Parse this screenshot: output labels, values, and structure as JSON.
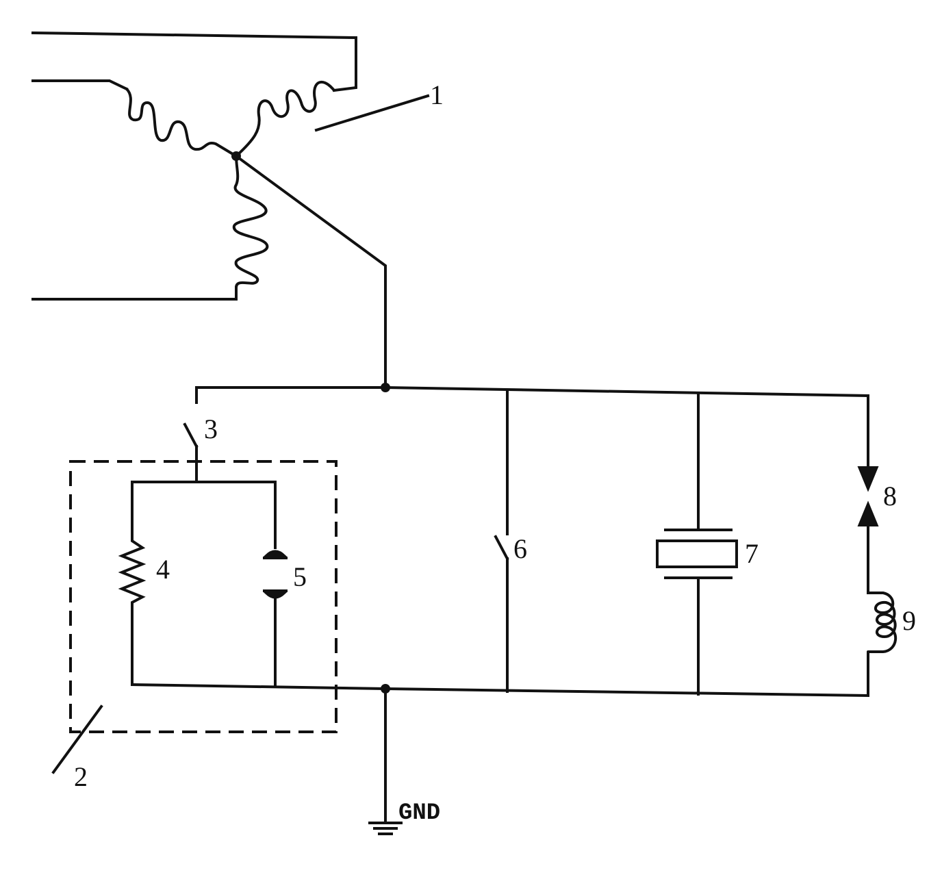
{
  "labels": {
    "transformer": "1",
    "enclosure": "2",
    "switch_3": "3",
    "resistor": "4",
    "spark_gap": "5",
    "switch_6": "6",
    "capacitor": "7",
    "electrode_gap": "8",
    "inductor": "9",
    "ground": "GND"
  }
}
